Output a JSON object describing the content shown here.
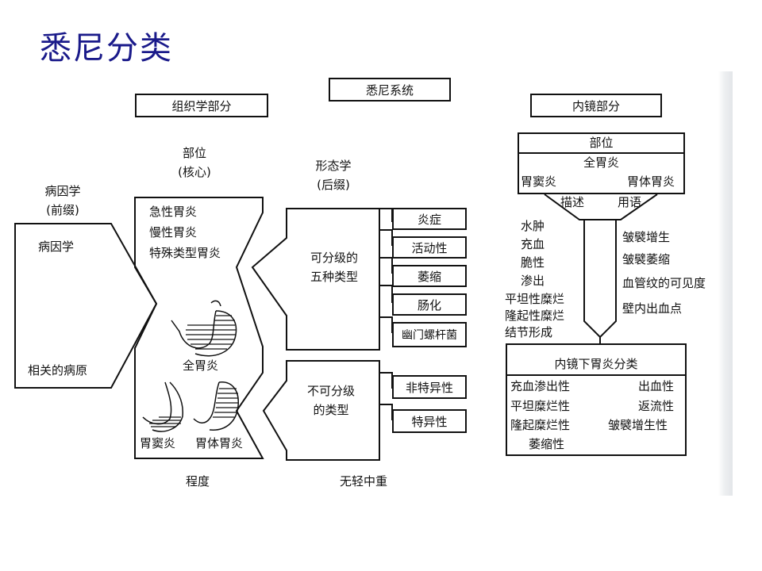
{
  "slide_title": "悉尼分类",
  "system": {
    "title": "悉尼系统"
  },
  "histology": {
    "header": "组织学部分",
    "etiology": {
      "title": "病因学",
      "subtitle": "(前缀)",
      "box_top": "病因学",
      "box_bottom": "相关的病原"
    },
    "topography": {
      "title": "部位",
      "subtitle": "(核心)",
      "items": [
        "急性胃炎",
        "慢性胃炎",
        "特殊类型胃炎"
      ],
      "pan_label": "全胃炎",
      "antrum_label": "胃窦炎",
      "corpus_label": "胃体胃炎",
      "bottom_label": "程度"
    },
    "morphology": {
      "title": "形态学",
      "subtitle": "(后缀)",
      "graded_label_1": "可分级的",
      "graded_label_2": "五种类型",
      "graded": [
        "炎症",
        "活动性",
        "萎缩",
        "肠化",
        "幽门螺杆菌"
      ],
      "ungraded_label_1": "不可分级",
      "ungraded_label_2": "的类型",
      "ungraded": [
        "非特异性",
        "特异性"
      ],
      "grades_label": "无轻中重"
    }
  },
  "endoscopy": {
    "header": "内镜部分",
    "site": {
      "title": "部位",
      "pan": "全胃炎",
      "antrum": "胃窦炎",
      "corpus": "胃体胃炎"
    },
    "describe_label": "描述",
    "terms_label": "用语",
    "terms_left": [
      "水肿",
      "充血",
      "脆性",
      "渗出",
      "平坦性糜烂",
      "隆起性糜烂",
      "结节形成"
    ],
    "terms_right": [
      "皱襞增生",
      "皱襞萎缩",
      "血管纹的可见度",
      "壁内出血点"
    ],
    "classification": {
      "title": "内镜下胃炎分类",
      "left": [
        "充血渗出性",
        "平坦糜烂性",
        "隆起糜烂性",
        "萎缩性"
      ],
      "right": [
        "出血性",
        "返流性",
        "皱襞增生性"
      ]
    }
  }
}
